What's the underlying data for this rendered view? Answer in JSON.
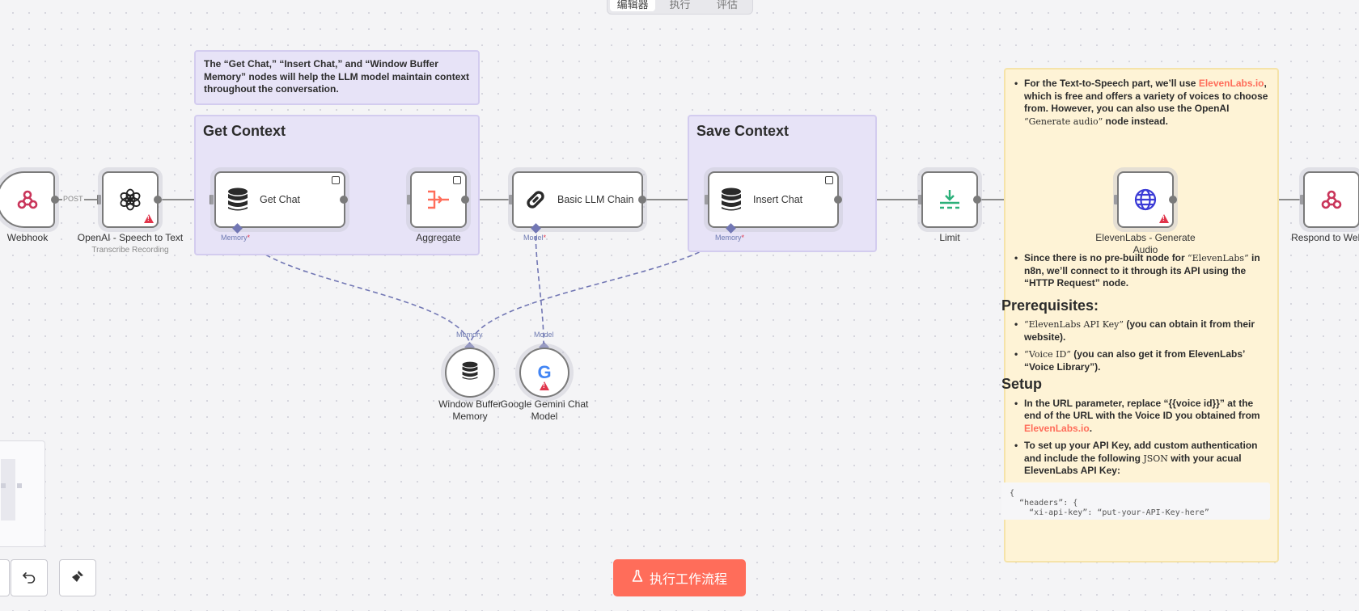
{
  "tabs": [
    "编辑器",
    "执行",
    "评估"
  ],
  "notes": {
    "context_note": "The “Get Chat,” “Insert Chat,” and “Window Buffer Memory” nodes will help the LLM model maintain context throughout the conversation.",
    "get_context_title": "Get Context",
    "save_context_title": "Save Context"
  },
  "nodes": {
    "webhook": "Webhook",
    "openai": "OpenAI - Speech to Text",
    "openai_sub": "Transcribe Recording",
    "get_chat": "Get Chat",
    "aggregate": "Aggregate",
    "basic_llm": "Basic LLM Chain",
    "insert_chat": "Insert Chat",
    "limit": "Limit",
    "elevenlabs": "ElevenLabs - Generate Audio",
    "respond": "Respond to Webh",
    "window_buffer": "Window Buffer Memory",
    "gemini": "Google Gemini Chat Model"
  },
  "connections": {
    "post_label": "POST",
    "memory": "Memory",
    "model": "Model",
    "required_mark": "*"
  },
  "yellow_note": {
    "p1_a": "For the Text-to-Speech part, we’ll use ",
    "p1_link": "ElevenLabs.io",
    "p1_b": ", which is free and offers a variety of voices to choose from. However, you can also use the OpenAI ",
    "p1_code": "“Generate audio”",
    "p1_c": " node instead.",
    "p2_a": "Since there is no pre-built node for ",
    "p2_code": "“ElevenLabs”",
    "p2_b": " in n8n, we’ll connect to it through its API using the “HTTP Request” node.",
    "prereq_title": "Prerequisites:",
    "pre1_code": "“ElevenLabs API Key”",
    "pre1_text": " (you can obtain it from their website).",
    "pre2_code": "“Voice ID”",
    "pre2_text": " (you can also get it from ElevenLabs’ “Voice Library”).",
    "setup_title": "Setup",
    "s1_a": "In the URL parameter, replace “{{voice id}}” at the end of the URL with the Voice ID you obtained from ",
    "s1_link": "ElevenLabs.io",
    "s1_b": ".",
    "s2_a": "To set up your API Key, add custom authentication and include the following ",
    "s2_code": "JSON",
    "s2_b": " with your acual ElevenLabs API Key:",
    "code_line1": "{",
    "code_line2": "  “headers”: {",
    "code_line3": "    “xi-api-key”: “put-your-API-Key-here”"
  },
  "footer": {
    "execute_label": "执行工作流程"
  },
  "colors": {
    "accent": "#ff6d5a",
    "sticky_purple": "#e7e3f7",
    "sticky_yellow": "#fef3d6",
    "sub_connection": "#7277b4"
  }
}
